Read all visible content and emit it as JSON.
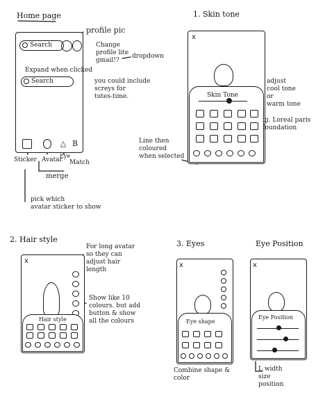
{
  "home": {
    "title": "Home page",
    "search_placeholder": "Search",
    "profile_pic_label": "profile pic",
    "profile_note": "Change\nprofile lite\ngmail!?",
    "dropdown_note": "dropdown",
    "expand_note": "Expand when clicked",
    "search_expanded": "Search",
    "include_note": "you could include\nscreys for\ntutes-time.",
    "bottom_labels": {
      "sticker": "Sticker",
      "avatar": "Avatar",
      "eye": "Eye",
      "match": "Match"
    },
    "merge_note": "merge",
    "pick_note": "pick which\navatar sticker to show"
  },
  "skin_tone": {
    "title": "1.  Skin tone",
    "close": "x",
    "panel_label": "Skin Tone",
    "adjust_note": "adjust\ncool tone\nor\nwarm tone",
    "loreal_note": "ig. Loreal paris\nfoundation",
    "line_note": "Line then\ncoloured\nwhen selected"
  },
  "hair_style": {
    "title": "2.  Hair style",
    "close": "x",
    "panel_label": "Hair style",
    "long_hair_note": "For long avatar\nso they can\nadjust hair\nlength",
    "colors_note": "Show like 10\ncolours. but add\nbutton & show\nall the colours"
  },
  "eyes": {
    "title": "3.  Eyes",
    "close": "x",
    "panel_label": "Eye shape",
    "combine_note": "Combine shape &\ncolor"
  },
  "eye_position": {
    "title": "Eye Position",
    "close": "x",
    "panel_label": "Eye Position",
    "width_note": "L width\nsize\nposition"
  }
}
